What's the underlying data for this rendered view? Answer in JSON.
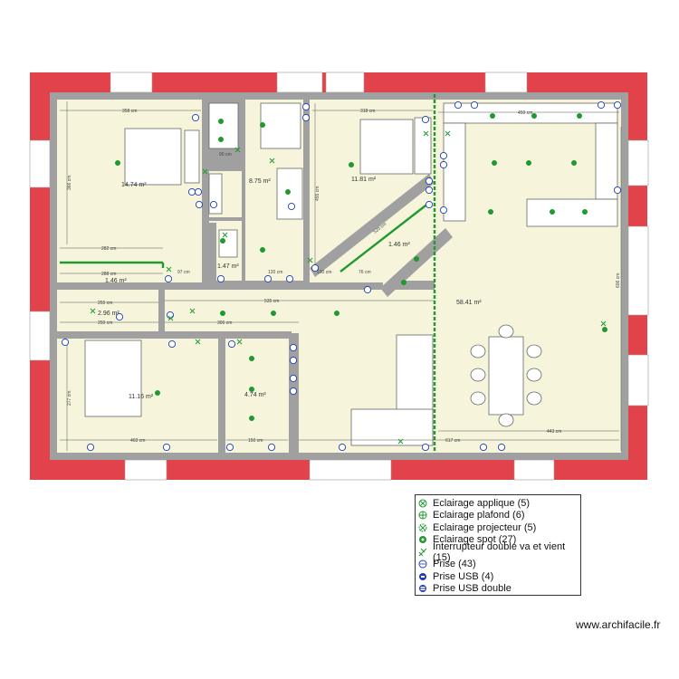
{
  "rooms": [
    {
      "id": "bedroom-nw",
      "area": "14.74 m²"
    },
    {
      "id": "bathroom",
      "area": "8.75 m²"
    },
    {
      "id": "bedroom-ne",
      "area": "11.81 m²"
    },
    {
      "id": "diag-corridor",
      "area": "1.46 m²"
    },
    {
      "id": "corridor-w",
      "area": "1.46 m²"
    },
    {
      "id": "wc",
      "area": "1.47 m²"
    },
    {
      "id": "storage",
      "area": "2.96 m²"
    },
    {
      "id": "living",
      "area": "58.41 m²"
    },
    {
      "id": "bedroom-sw",
      "area": "11.16 m²"
    },
    {
      "id": "office",
      "area": "4.74 m²"
    }
  ],
  "dimensions": {
    "bedroom_nw_top": "358 cm",
    "bedroom_ne_top": "318 cm",
    "living_top": "450 cm",
    "corridor_w_1": "282 cm",
    "corridor_w_2": "288 cm",
    "storage_1": "255 cm",
    "storage_2": "250 cm",
    "hall": "535 cm",
    "hall_2": "306 cm",
    "sw_bottom": "403 cm",
    "office_bottom": "150 cm",
    "living_bottom": "617 cm",
    "living_bottom_2": "443 cm",
    "living_right": "606 cm",
    "nw_left": "366 cm",
    "sw_left": "277 cm",
    "small_1": "97 cm",
    "small_2": "120 cm",
    "small_3": "100 cm",
    "small_4": "76 cm",
    "small_5": "90 cm",
    "ne_left": "455 cm",
    "diag": "520 cm"
  },
  "legend": {
    "items": [
      {
        "label": "Eclairage applique (5)",
        "icon": "wall-light-icon"
      },
      {
        "label": "Eclairage plafond (6)",
        "icon": "ceiling-light-icon"
      },
      {
        "label": "Eclairage projecteur (5)",
        "icon": "projector-light-icon"
      },
      {
        "label": "Eclairage spot (27)",
        "icon": "spot-light-icon"
      },
      {
        "label": "Interrupteur double va et vient (15)",
        "icon": "switch-icon"
      },
      {
        "label": "Prise (43)",
        "icon": "outlet-icon"
      },
      {
        "label": "Prise USB (4)",
        "icon": "usb-outlet-icon"
      },
      {
        "label": "Prise USB double",
        "icon": "usb-double-outlet-icon"
      }
    ]
  },
  "credit": "www.archifacile.fr",
  "colors": {
    "floor": "#f6f5dc",
    "wall": "#a0a0a0",
    "exterior": "#e2424a",
    "window": "#ffffff",
    "green": "#1f9a2f",
    "symbol": "#1e3cb8"
  }
}
